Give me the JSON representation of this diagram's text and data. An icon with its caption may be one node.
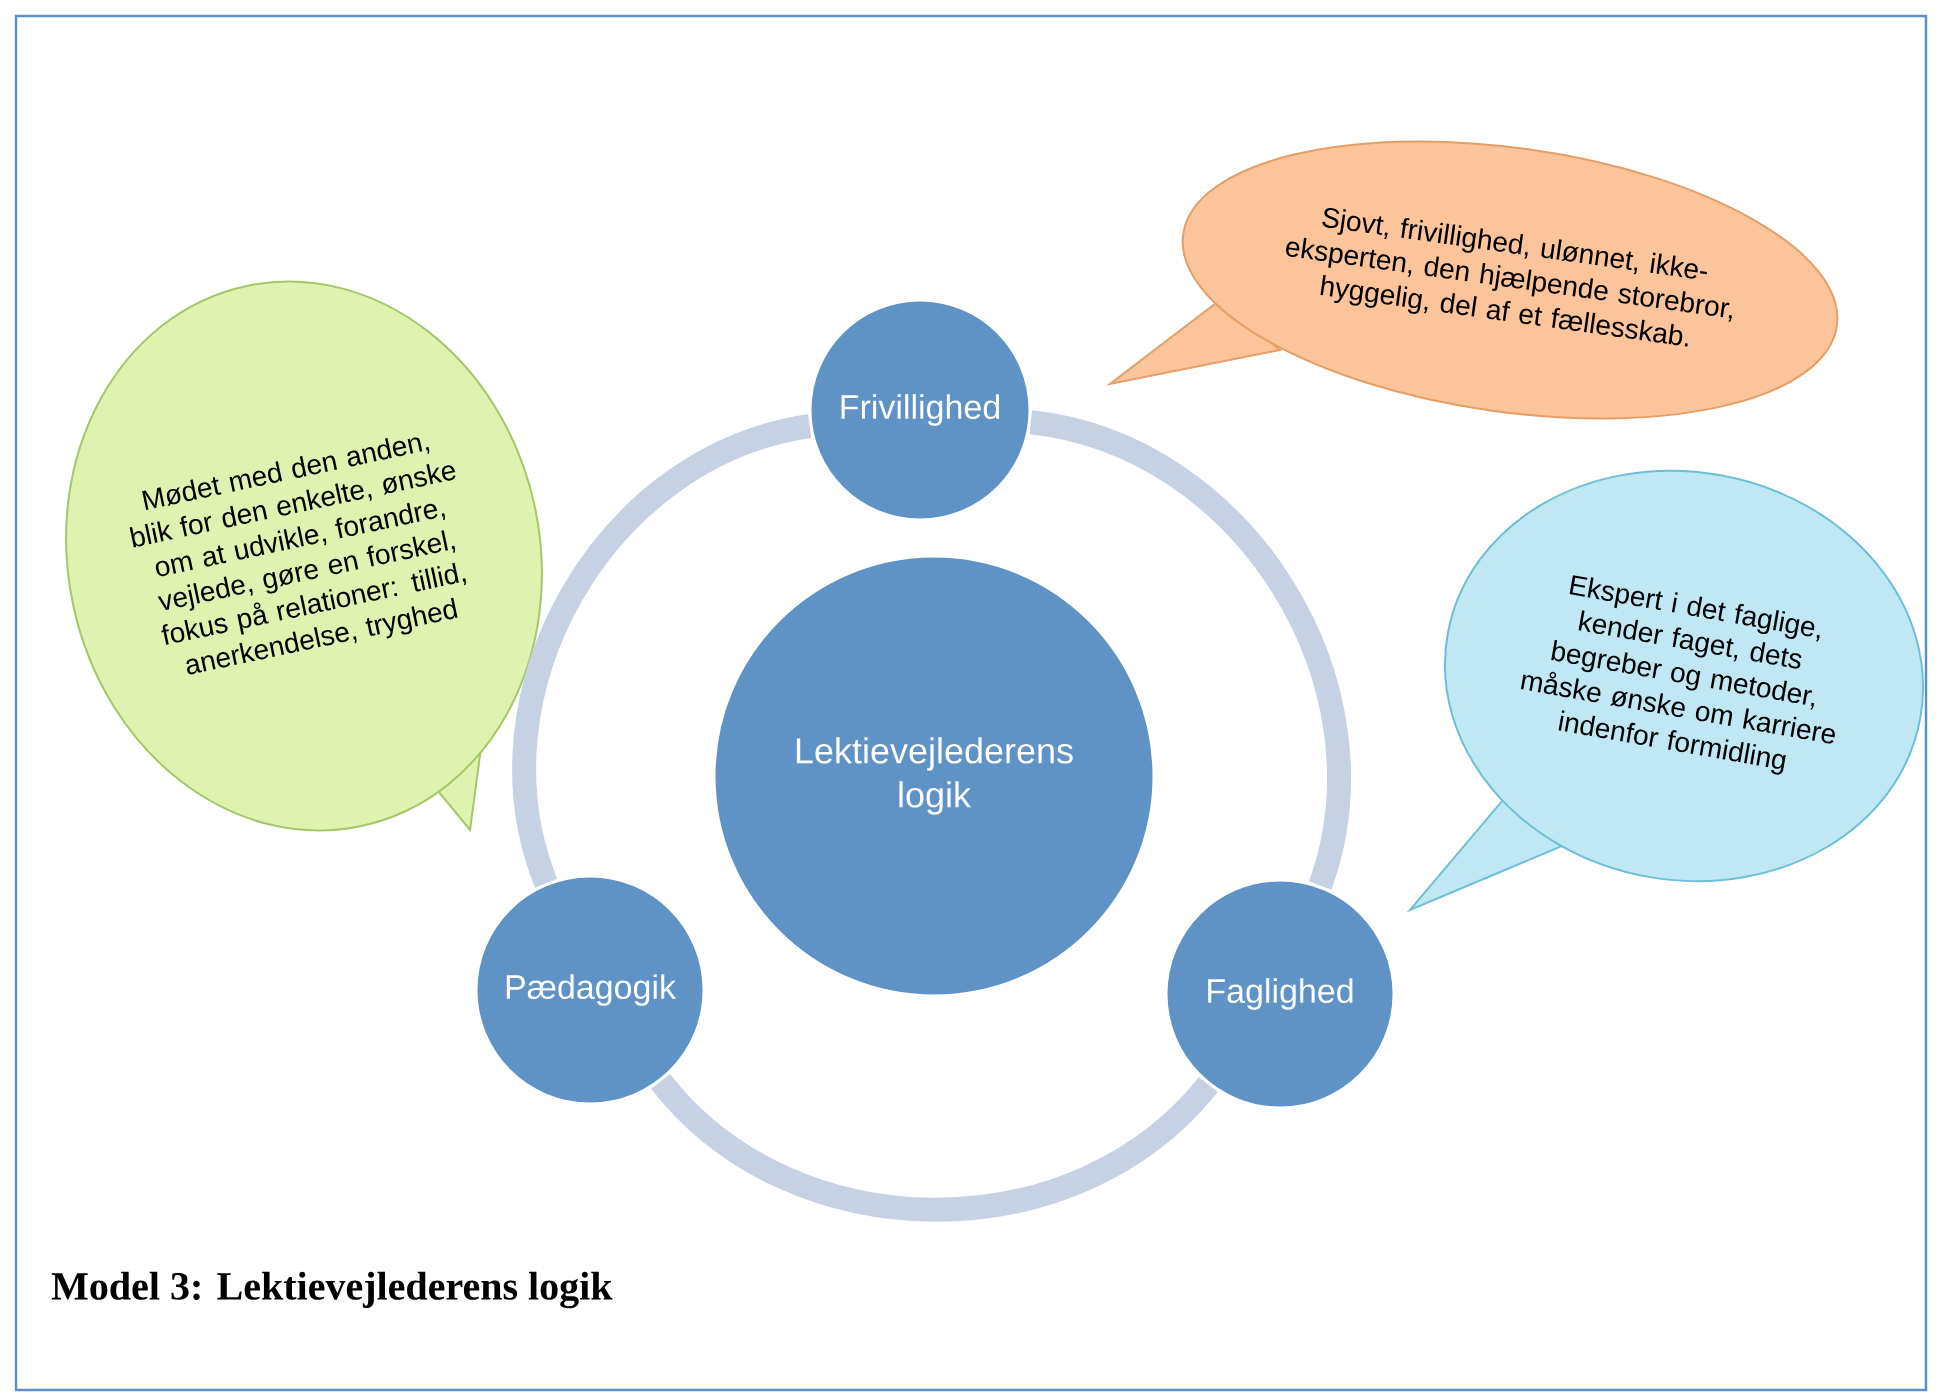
{
  "diagram": {
    "caption": "Model 3: Lektievejlederens logik",
    "nodes": [
      {
        "text": [
          "Frivillighed"
        ]
      },
      {
        "text": [
          "Lektievejlederens logik"
        ]
      },
      {
        "text": [
          "Faglighed"
        ]
      },
      {
        "text": [
          "Pædagogik"
        ]
      },
      {
        "text": [
          "Sjovt, frivillighed, ulønnet, ikke-eksperten, den hjælpende storebror, hyggelig, del af et fællesskab."
        ]
      },
      {
        "text": [
          "Mødet med den anden, blik for den enkelte, ønske om at udvikle, forandre, vejlede, gøre en forskel, fokus på relationer: tillid, anerkendelse, tryghed"
        ]
      },
      {
        "text": [
          "Ekspert i det faglige, kender faget, dets begreber og metoder, måske ønske om karriere indenfor formidling"
        ]
      }
    ],
    "edges": [
      {
        "from": 0,
        "to": 2,
        "arrow": "none"
      },
      {
        "from": 2,
        "to": 3,
        "arrow": "none"
      },
      {
        "from": 3,
        "to": 0,
        "arrow": "none"
      }
    ]
  }
}
